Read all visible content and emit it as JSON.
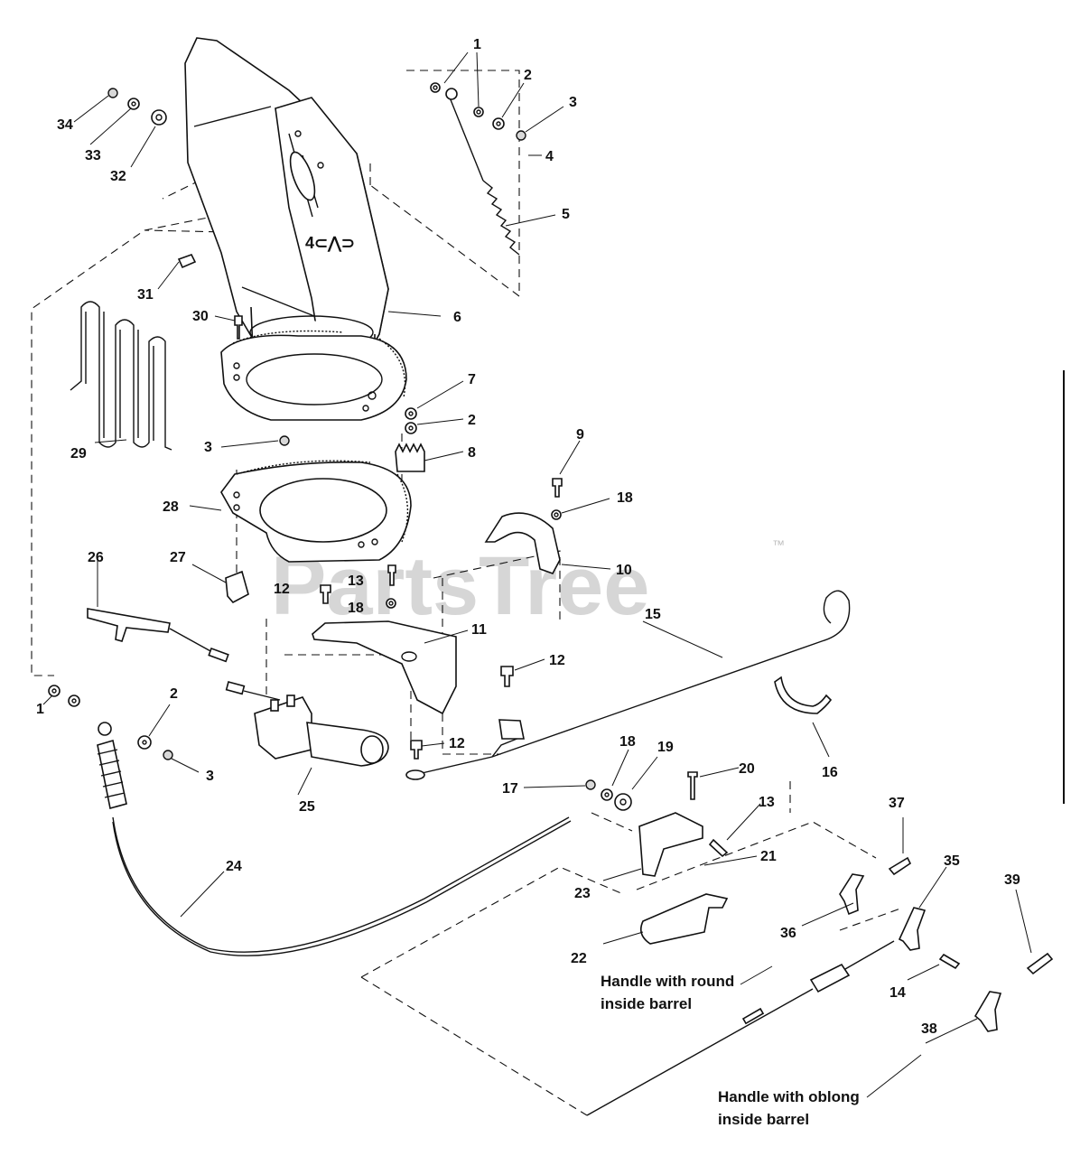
{
  "watermark": {
    "text": "PartsTree",
    "mark": "™"
  },
  "callouts": [
    {
      "id": "c1a",
      "text": "1"
    },
    {
      "id": "c1b",
      "text": "1"
    },
    {
      "id": "c1c",
      "text": "1"
    },
    {
      "id": "c2a",
      "text": "2"
    },
    {
      "id": "c2b",
      "text": "2"
    },
    {
      "id": "c2c",
      "text": "2"
    },
    {
      "id": "c3a",
      "text": "3"
    },
    {
      "id": "c3b",
      "text": "3"
    },
    {
      "id": "c3c",
      "text": "3"
    },
    {
      "id": "c4",
      "text": "4"
    },
    {
      "id": "c5",
      "text": "5"
    },
    {
      "id": "c6",
      "text": "6"
    },
    {
      "id": "c7",
      "text": "7"
    },
    {
      "id": "c8",
      "text": "8"
    },
    {
      "id": "c9",
      "text": "9"
    },
    {
      "id": "c10",
      "text": "10"
    },
    {
      "id": "c11",
      "text": "11"
    },
    {
      "id": "c12a",
      "text": "12"
    },
    {
      "id": "c12b",
      "text": "12"
    },
    {
      "id": "c12c",
      "text": "12"
    },
    {
      "id": "c13a",
      "text": "13"
    },
    {
      "id": "c13b",
      "text": "13"
    },
    {
      "id": "c14",
      "text": "14"
    },
    {
      "id": "c15",
      "text": "15"
    },
    {
      "id": "c16",
      "text": "16"
    },
    {
      "id": "c17",
      "text": "17"
    },
    {
      "id": "c18a",
      "text": "18"
    },
    {
      "id": "c18b",
      "text": "18"
    },
    {
      "id": "c18c",
      "text": "18"
    },
    {
      "id": "c19",
      "text": "19"
    },
    {
      "id": "c20",
      "text": "20"
    },
    {
      "id": "c21",
      "text": "21"
    },
    {
      "id": "c22",
      "text": "22"
    },
    {
      "id": "c23",
      "text": "23"
    },
    {
      "id": "c24",
      "text": "24"
    },
    {
      "id": "c25",
      "text": "25"
    },
    {
      "id": "c26",
      "text": "26"
    },
    {
      "id": "c27",
      "text": "27"
    },
    {
      "id": "c28",
      "text": "28"
    },
    {
      "id": "c29",
      "text": "29"
    },
    {
      "id": "c30",
      "text": "30"
    },
    {
      "id": "c31",
      "text": "31"
    },
    {
      "id": "c32",
      "text": "32"
    },
    {
      "id": "c33",
      "text": "33"
    },
    {
      "id": "c34",
      "text": "34"
    },
    {
      "id": "c35",
      "text": "35"
    },
    {
      "id": "c36",
      "text": "36"
    },
    {
      "id": "c37",
      "text": "37"
    },
    {
      "id": "c38",
      "text": "38"
    },
    {
      "id": "c39",
      "text": "39"
    }
  ],
  "notes": {
    "round_line1": "Handle with round",
    "round_line2": "inside barrel",
    "oblong_line1": "Handle with oblong",
    "oblong_line2": "inside barrel"
  }
}
